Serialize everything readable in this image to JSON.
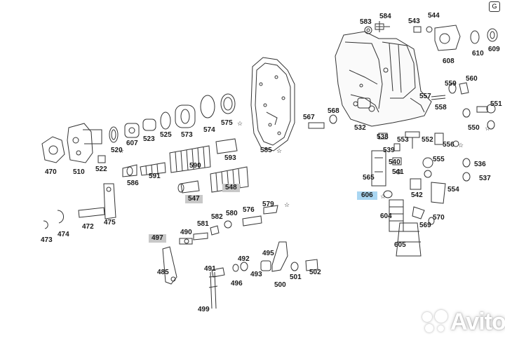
{
  "corner_tag": "G",
  "colors": {
    "line": "#333333",
    "gray_highlight": "#c8c8c8",
    "blue_highlight": "#a9d6f2"
  },
  "watermark": {
    "word": "Avito",
    "icon": "avito-dots-logo"
  },
  "star_mark": "☆",
  "labels": {
    "p583": "583",
    "p584": "584",
    "p543": "543",
    "p544": "544",
    "p608": "608",
    "p610": "610",
    "p609": "609",
    "p559": "559",
    "p560": "560",
    "p557": "557",
    "p558": "558",
    "p551": "551",
    "p550": "550",
    "p567": "567",
    "p568": "568",
    "p532": "532",
    "p538": "538",
    "p552": "552",
    "p553": "553",
    "p556": "556",
    "p539": "539",
    "p540": "540",
    "p555": "555",
    "p565": "565",
    "p541": "541",
    "p536": "536",
    "p537": "537",
    "p542": "542",
    "p554": "554",
    "p606": "606",
    "p604": "604",
    "p570": "570",
    "p569": "569",
    "p605": "605",
    "p470": "470",
    "p510": "510",
    "p522": "522",
    "p520": "520",
    "p607": "607",
    "p523": "523",
    "p525": "525",
    "p573": "573",
    "p574": "574",
    "p575": "575",
    "p585": "585",
    "p586": "586",
    "p591": "591",
    "p590": "590",
    "p593": "593",
    "p547": "547",
    "p548": "548",
    "p473": "473",
    "p474": "474",
    "p472": "472",
    "p475": "475",
    "p497": "497",
    "p490": "490",
    "p581": "581",
    "p582": "582",
    "p580": "580",
    "p576": "576",
    "p579": "579",
    "p485": "485",
    "p491": "491",
    "p496": "496",
    "p492": "492",
    "p493": "493",
    "p495": "495",
    "p500": "500",
    "p501": "501",
    "p502": "502",
    "p499": "499"
  }
}
